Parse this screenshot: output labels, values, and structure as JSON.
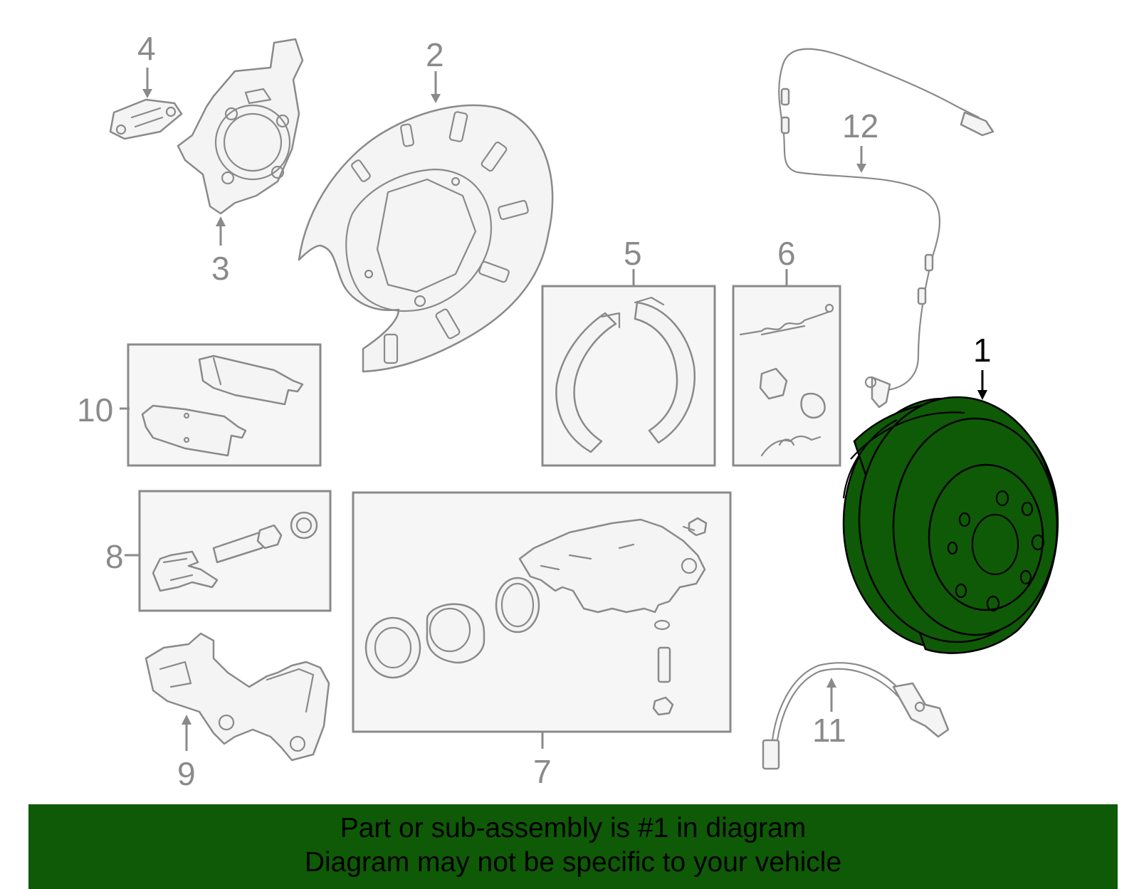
{
  "callouts": {
    "c1": "1",
    "c2": "2",
    "c3": "3",
    "c4": "4",
    "c5": "5",
    "c6": "6",
    "c7": "7",
    "c8": "8",
    "c9": "9",
    "c10": "10",
    "c11": "11",
    "c12": "12"
  },
  "highlight_color": "#0f5a06",
  "banner": {
    "line1": "Part or sub-assembly is #1 in diagram",
    "line2": "Diagram may not be specific to your vehicle"
  }
}
